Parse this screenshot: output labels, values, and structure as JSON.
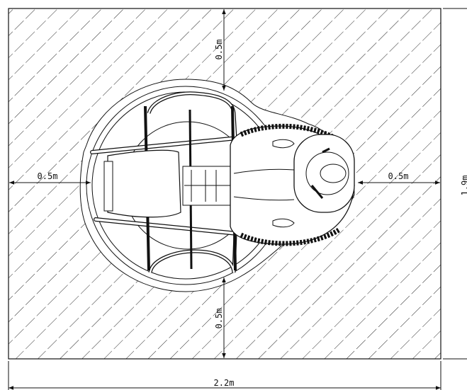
{
  "dimensions": {
    "top_clearance": "0.5m",
    "bottom_clearance": "0.5m",
    "left_clearance": "0.5m",
    "right_clearance": "0.5m",
    "total_width": "2.2m",
    "total_height": "1.9m"
  },
  "colors": {
    "line": "#111111",
    "background": "#ffffff"
  }
}
